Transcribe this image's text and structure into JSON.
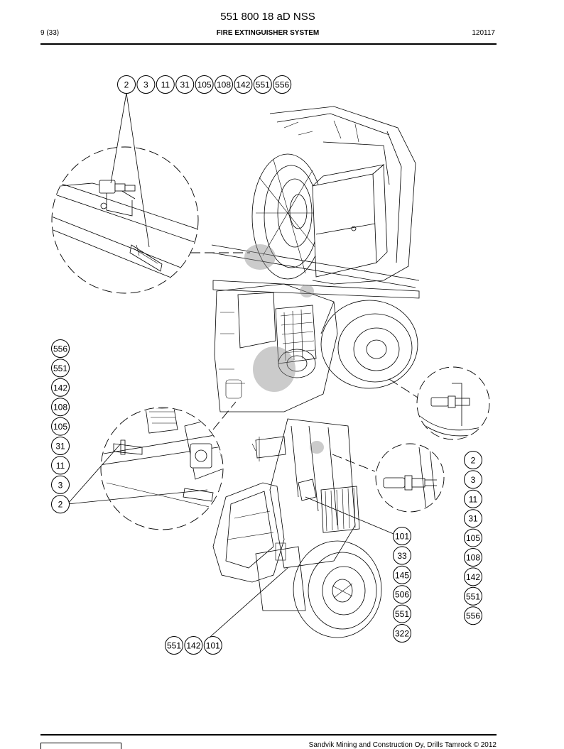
{
  "header": {
    "page_number": "9 (33)",
    "doc_title": "551 800 18 aD NSS",
    "section_title": "FIRE EXTINGUISHER SYSTEM",
    "date": "120117"
  },
  "footer": {
    "copyright": "Sandvik Mining and Construction Oy, Drills Tamrock © 2012"
  },
  "callouts": {
    "top_row": [
      "2",
      "3",
      "11",
      "31",
      "105",
      "108",
      "142",
      "551",
      "556"
    ],
    "left_column": [
      "556",
      "551",
      "142",
      "108",
      "105",
      "31",
      "11",
      "3",
      "2"
    ],
    "right_column": [
      "2",
      "3",
      "11",
      "31",
      "105",
      "108",
      "142",
      "551",
      "556"
    ],
    "center_column": [
      "101",
      "33",
      "145",
      "506",
      "551",
      "322"
    ],
    "bottom_row": [
      "551",
      "142",
      "101"
    ]
  }
}
